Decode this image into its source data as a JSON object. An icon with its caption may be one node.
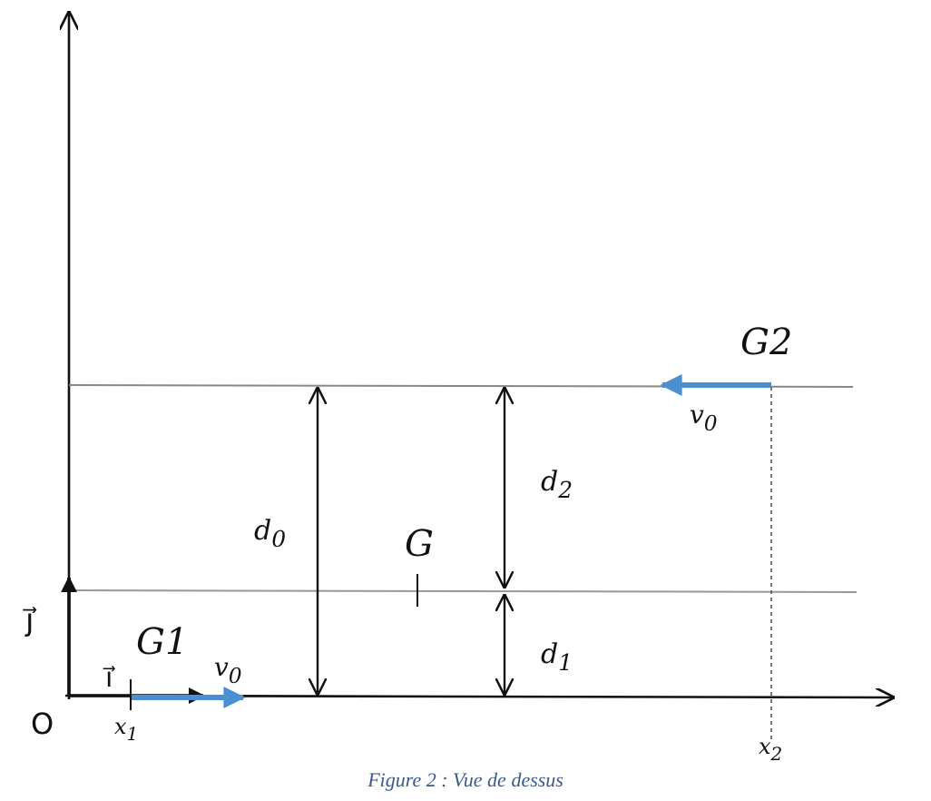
{
  "diagram": {
    "caption": "Figure 2 :  Vue de dessus",
    "labels": [
      "G2",
      "v$_{0}$",
      "d$_{2}$",
      "d$_{0}$",
      "G",
      "ȷ⃗",
      "G1",
      "v$_{0}$",
      "d$_{1}$",
      "ı⃗",
      "O",
      "x$_{1}$",
      "x$_{2}$"
    ]
  }
}
